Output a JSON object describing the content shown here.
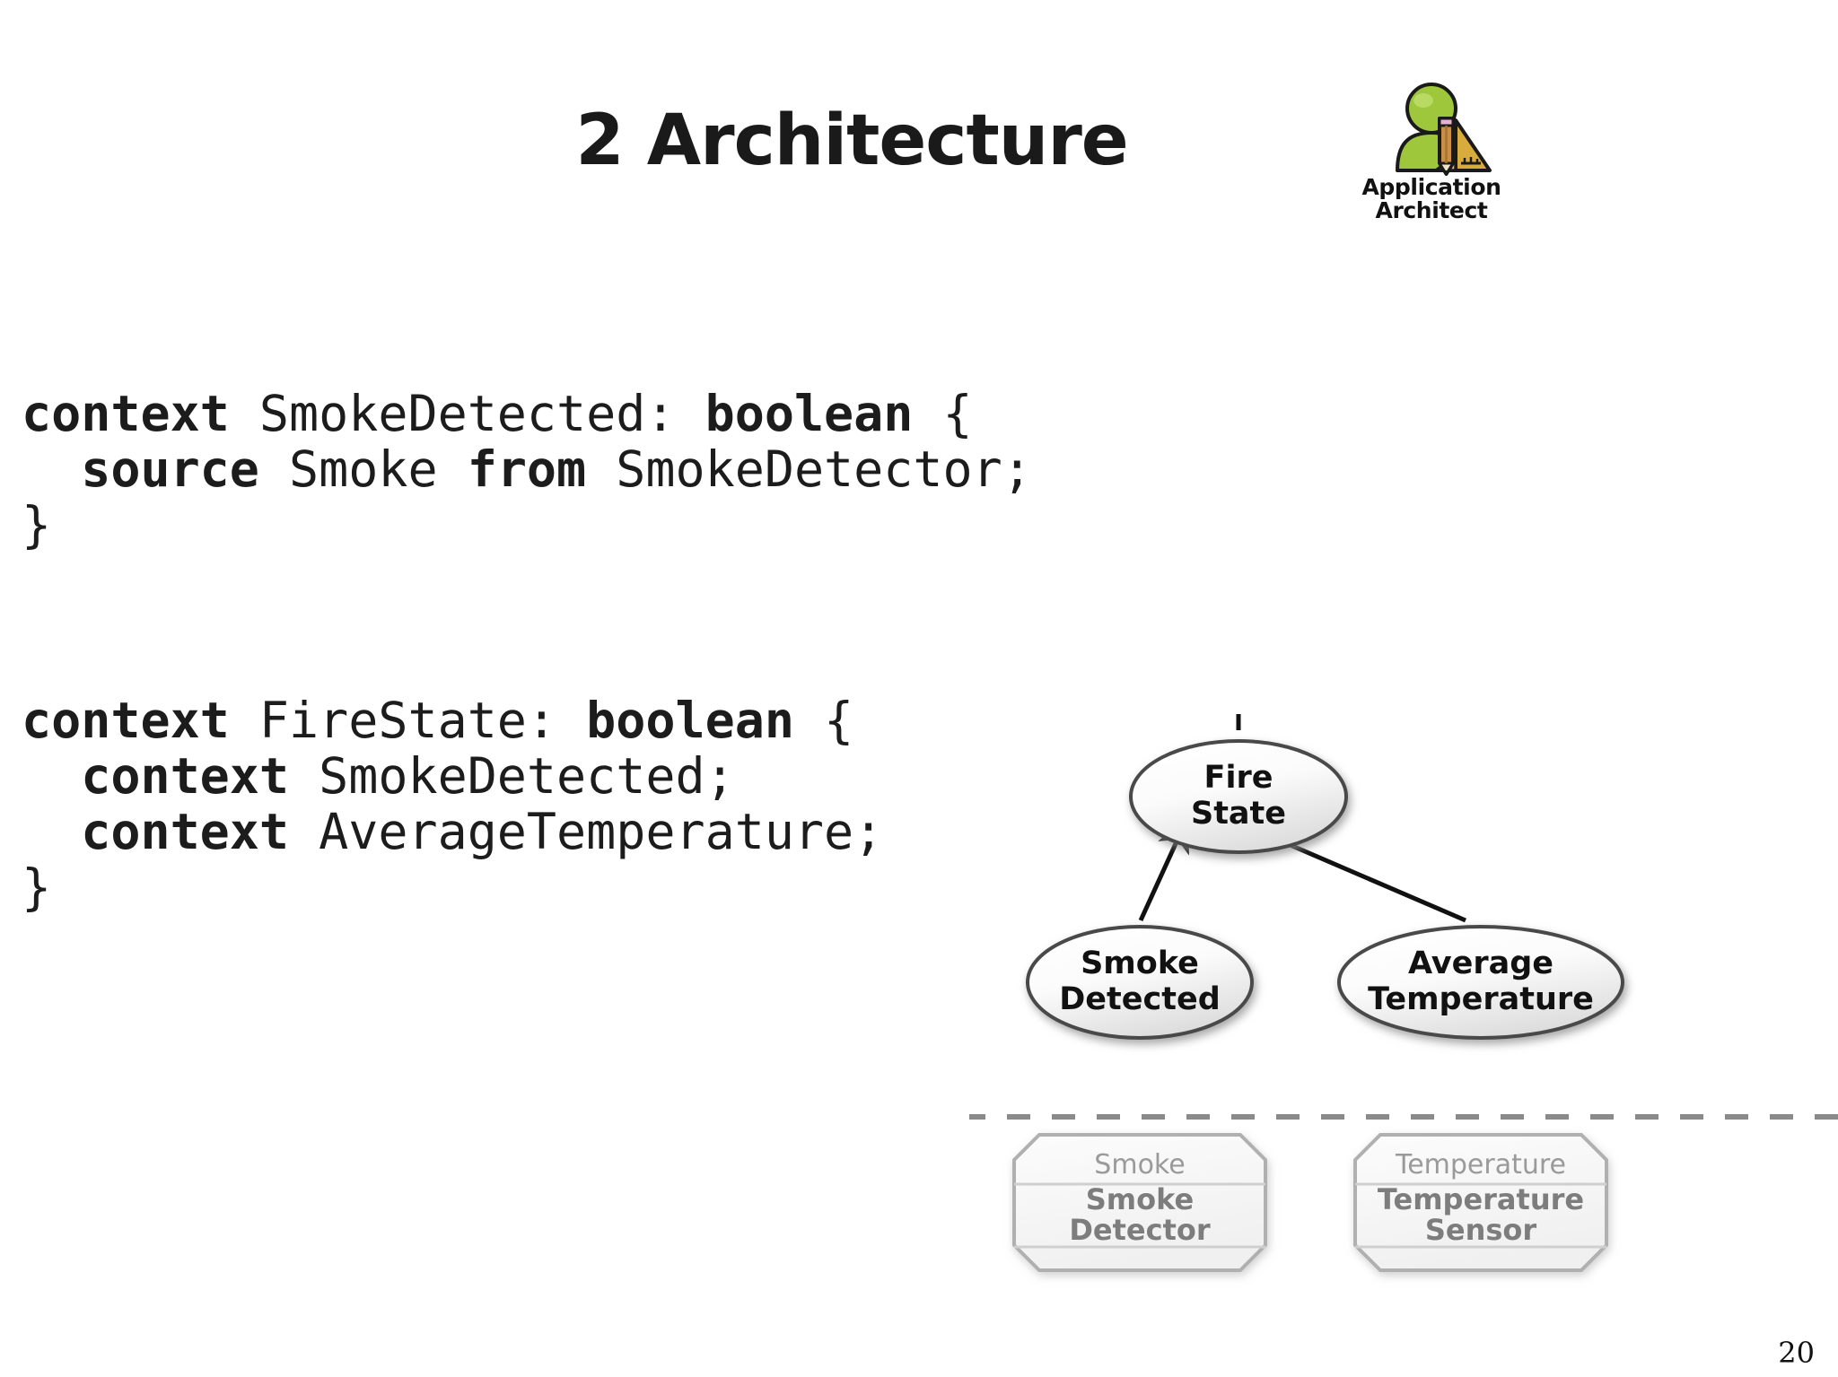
{
  "slide": {
    "title": "2 Architecture",
    "page_number": "20"
  },
  "badge": {
    "icon": "application-architect-icon",
    "caption_line1": "Application",
    "caption_line2": "Architect",
    "colors": {
      "person_green": "#9ec73b",
      "person_green_dark": "#7da52a",
      "pencil": "#c08b4a",
      "ruler": "#d4a73a",
      "outline": "#1a1a1a"
    }
  },
  "code": {
    "block1": {
      "lines": [
        [
          {
            "t": "context",
            "b": true
          },
          {
            "t": " SmokeDetected: ",
            "b": false
          },
          {
            "t": "boolean",
            "b": true
          },
          {
            "t": " {",
            "b": false
          }
        ],
        [
          {
            "t": "  source",
            "b": true
          },
          {
            "t": " Smoke ",
            "b": false
          },
          {
            "t": "from",
            "b": true
          },
          {
            "t": " SmokeDetector;",
            "b": false
          }
        ],
        [
          {
            "t": "}",
            "b": false
          }
        ]
      ]
    },
    "block2": {
      "lines": [
        [
          {
            "t": "context",
            "b": true
          },
          {
            "t": " FireState: ",
            "b": false
          },
          {
            "t": "boolean",
            "b": true
          },
          {
            "t": " {",
            "b": false
          }
        ],
        [
          {
            "t": "  context",
            "b": true
          },
          {
            "t": " SmokeDetected;",
            "b": false
          }
        ],
        [
          {
            "t": "  context",
            "b": true
          },
          {
            "t": " AverageTemperature;",
            "b": false
          }
        ],
        [
          {
            "t": "}",
            "b": false
          }
        ]
      ]
    }
  },
  "diagram": {
    "type": "node-graph",
    "nodes": [
      {
        "id": "fire-state",
        "shape": "ellipse",
        "label_line1": "Fire",
        "label_line2": "State",
        "layer": "logical"
      },
      {
        "id": "smoke-detected",
        "shape": "ellipse",
        "label_line1": "Smoke",
        "label_line2": "Detected",
        "layer": "logical"
      },
      {
        "id": "average-temperature",
        "shape": "ellipse",
        "label_line1": "Average",
        "label_line2": "Temperature",
        "layer": "logical"
      },
      {
        "id": "smoke-detector",
        "shape": "octagon-component",
        "header": "Smoke",
        "label_line1": "Smoke",
        "label_line2": "Detector",
        "layer": "physical"
      },
      {
        "id": "temperature-sensor",
        "shape": "octagon-component",
        "header": "Temperature",
        "label_line1": "Temperature",
        "label_line2": "Sensor",
        "layer": "physical"
      }
    ],
    "edges": [
      {
        "from": "smoke-detected",
        "to": "fire-state",
        "style": "solid-arrow"
      },
      {
        "from": "average-temperature",
        "to": "fire-state",
        "style": "solid-arrow"
      },
      {
        "from": "smoke-detector",
        "to": "smoke-detected",
        "style": "solid-arrow"
      },
      {
        "from": "temperature-sensor",
        "to": "average-temperature",
        "style": "solid-arrow"
      },
      {
        "from": "fire-state",
        "to": "above",
        "style": "stub"
      }
    ],
    "separator": {
      "style": "dashed",
      "color": "#8a8a8a"
    },
    "colors": {
      "ellipse_fill_top": "#ffffff",
      "ellipse_fill_bottom": "#e3e3e3",
      "ellipse_stroke": "#4a4a4a",
      "ellipse_text": "#111111",
      "component_fill": "#f7f7f7",
      "component_stroke": "#b0b0b0",
      "component_header_text": "#9a9a9a",
      "component_text": "#7d7d7d",
      "arrow": "#111111"
    }
  }
}
